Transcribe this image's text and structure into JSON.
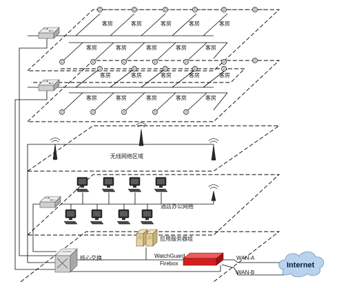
{
  "labels": {
    "guest_room": "客房",
    "phone_glyph": "D",
    "wireless_zone": "无线网络区域",
    "office_network": "酒店办公网络",
    "core_switch": "核心交换",
    "app_servers": "应用服务器组",
    "firewall_brand": "WatchGuard",
    "firewall_model": "Firebox",
    "wan_a": "WAN-A",
    "wan_b": "WAN-B",
    "internet": "Internet"
  },
  "colors": {
    "firewall": "#d11f1f",
    "cloud": "#b9d3ee",
    "switch": "#d9d9d9"
  }
}
